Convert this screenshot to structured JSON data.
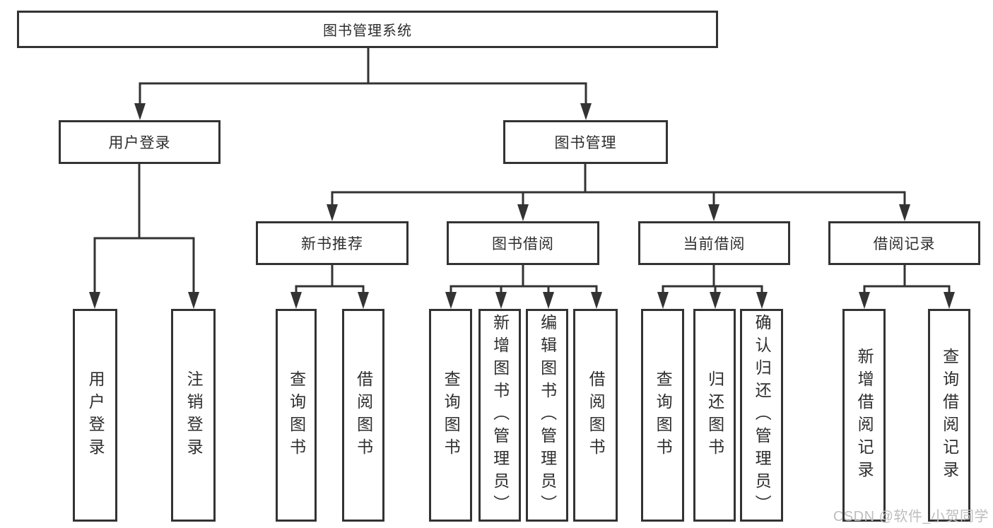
{
  "tree": {
    "label": "图书管理系统",
    "children": [
      {
        "label": "用户登录",
        "children": [
          {
            "label": "用户登录"
          },
          {
            "label": "注销登录"
          }
        ]
      },
      {
        "label": "图书管理",
        "children": [
          {
            "label": "新书推荐",
            "children": [
              {
                "label": "查询图书"
              },
              {
                "label": "借阅图书"
              }
            ]
          },
          {
            "label": "图书借阅",
            "children": [
              {
                "label": "查询图书"
              },
              {
                "label": "新增图书（管理员）"
              },
              {
                "label": "编辑图书（管理员）"
              },
              {
                "label": "借阅图书"
              }
            ]
          },
          {
            "label": "当前借阅",
            "children": [
              {
                "label": "查询图书"
              },
              {
                "label": "归还图书"
              },
              {
                "label": "确认归还（管理员）"
              }
            ]
          },
          {
            "label": "借阅记录",
            "children": [
              {
                "label": "新增借阅记录"
              },
              {
                "label": "查询借阅记录"
              }
            ]
          }
        ]
      }
    ]
  },
  "watermark": {
    "text": "CSDN @软件_小贺同学",
    "color": "#bdbdbd"
  },
  "colors": {
    "line": "#333333",
    "text": "#2e2e2e",
    "background": "#ffffff"
  }
}
